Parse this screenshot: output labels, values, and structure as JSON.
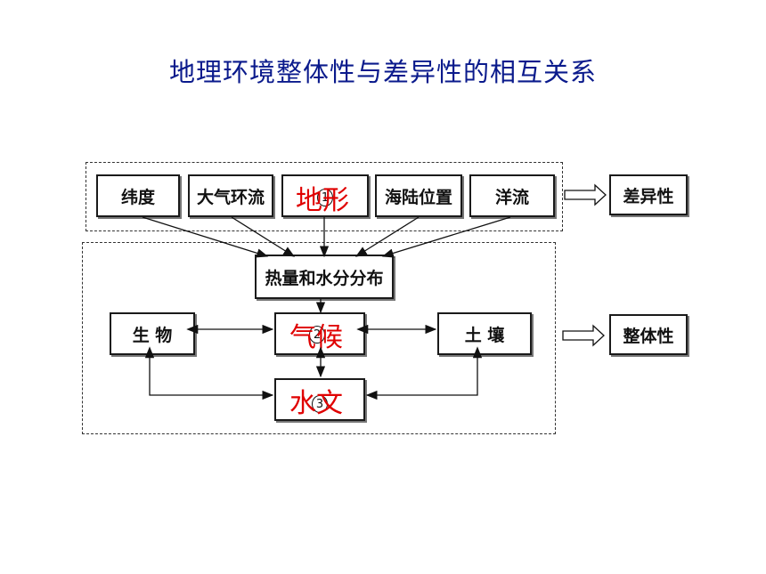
{
  "title": "地理环境整体性与差异性的相互关系",
  "top_factors": [
    "纬度",
    "大气环流",
    "",
    "海陆位置",
    "洋流"
  ],
  "red_labels": {
    "landform": "地形",
    "climate": "气候",
    "hydrology": "水文"
  },
  "circle_numbers": [
    "1",
    "2",
    "3"
  ],
  "center": "热量和水分分布",
  "middle": {
    "left": "生 物",
    "right": "土 壤"
  },
  "outcomes": {
    "difference": "差异性",
    "integrity": "整体性"
  }
}
